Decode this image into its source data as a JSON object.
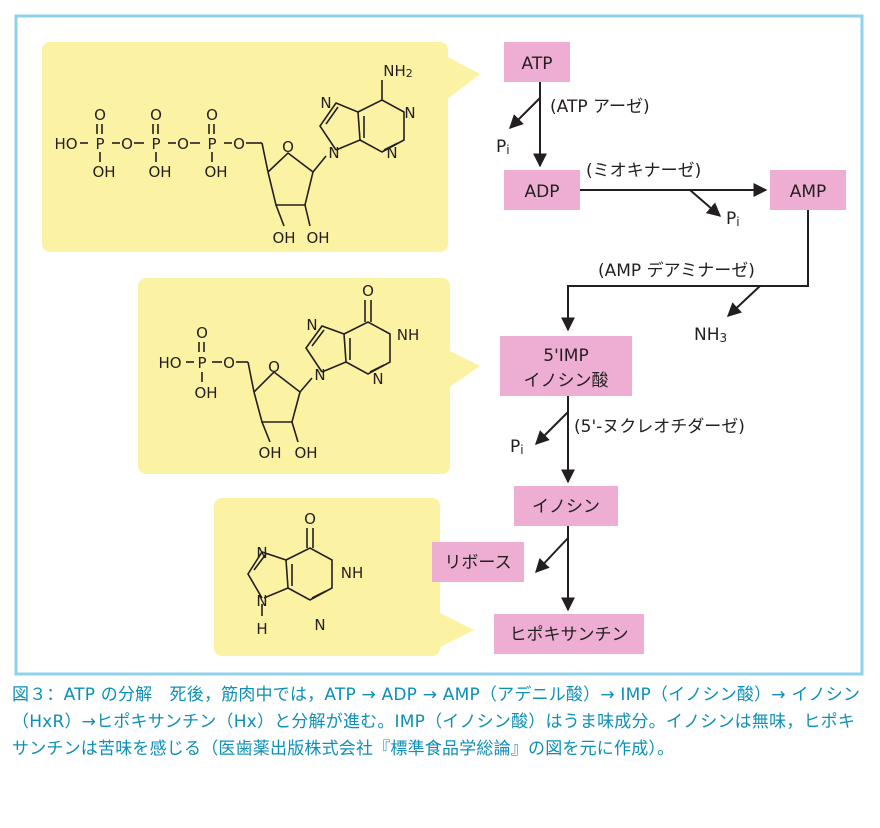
{
  "colors": {
    "frame": "#8fd1ec",
    "callout": "#fbf3a3",
    "pink_box": "#eeaed3",
    "caption": "#0d8fb8",
    "line": "#231f20"
  },
  "pathway": {
    "atp": "ATP",
    "adp": "ADP",
    "amp": "AMP",
    "imp_line1": "5'IMP",
    "imp_line2": "イノシン酸",
    "inosine": "イノシン",
    "hypoxanthine": "ヒポキサンチン",
    "ribose": "リボース",
    "atpase": "(ATP アーゼ)",
    "myokinase": "(ミオキナーゼ)",
    "amp_deaminase": "(AMP デアミナーゼ)",
    "nucleotidase": "(5'-ヌクレオチダーゼ)",
    "nh3": "NH",
    "nh3_sub": "3",
    "pi": "P",
    "pi_sub": "i"
  },
  "structures": {
    "ho": "HO",
    "oh": "OH",
    "o": "O",
    "p": "P",
    "n": "N",
    "nh": "NH",
    "h": "H",
    "nh2": "NH",
    "nh2_sub": "2"
  },
  "caption": "図３：ATP の分解　死後，筋肉中では，ATP → ADP → AMP（アデニル酸）→ IMP（イノシン酸）→ イノシン（HxR）→ヒポキサンチン（Hx）と分解が進む。IMP（イノシン酸）はうま味成分。イノシンは無味，ヒポキサンチンは苦味を感じる（医歯薬出版株式会社『標準食品学総論』の図を元に作成）。"
}
